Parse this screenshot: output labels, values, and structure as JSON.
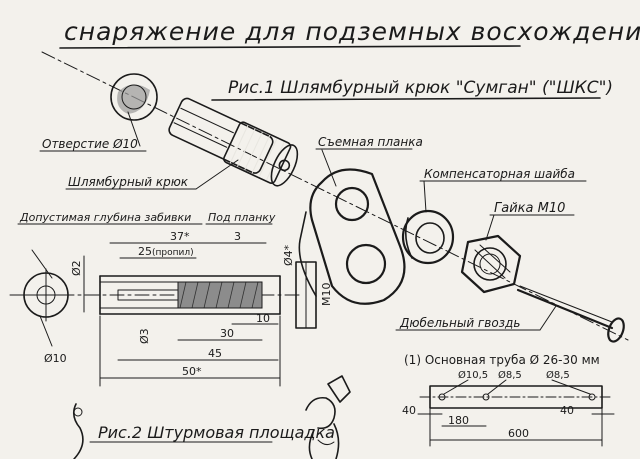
{
  "colors": {
    "paper": "#f3f1ec",
    "ink": "#1b1b1b",
    "shade": "#9a9a9a"
  },
  "title": "снаряжение для подземных восхождений",
  "fig1": {
    "caption": "Рис.1 Шлямбурный крюк \"Сумган\" (\"ШКС\")",
    "labels": {
      "hole": "Отверстие Ø10",
      "hook": "Шлямбурный крюк",
      "plate": "Съемная планка",
      "washer": "Компенсаторная шайба",
      "nut": "Гайка М10",
      "nail": "Дюбельный гвоздь",
      "depth": "Допустимая глубина забивки",
      "under_plate": "Под планку"
    },
    "dims": {
      "d37": "37*",
      "d3": "3",
      "d25": "25",
      "d25_note": "(пропил)",
      "phi2": "Ø2",
      "phi4": "Ø4*",
      "m10": "М10",
      "phi3": "Ø3",
      "d10": "10",
      "d30": "30",
      "d45": "45",
      "d50": "50*",
      "phi10": "Ø10"
    }
  },
  "pipe": {
    "caption": "(1) Основная труба Ø 26-30 мм",
    "holes": [
      "Ø10,5",
      "Ø8,5",
      "Ø8,5"
    ],
    "dims": {
      "left": "40",
      "right": "40",
      "mid": "180",
      "total": "600"
    }
  },
  "fig2": {
    "caption": "Рис.2 Штурмовая площадка"
  }
}
